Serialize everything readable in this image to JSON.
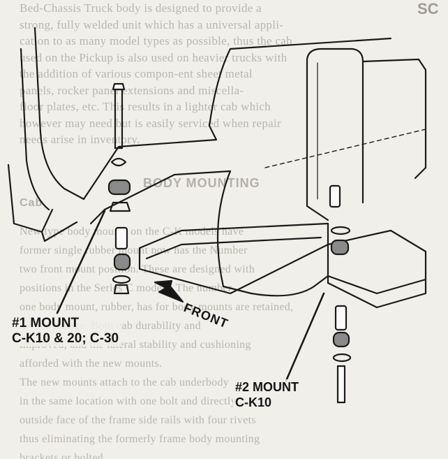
{
  "document": {
    "page_number_fragment": "SC",
    "background_text_top": "Bed-Chassis Truck body is designed to provide a\nstrong, fully welded unit which has a universal appli-\ncation to as many model types as possible, thus the cab\nused on the Pickup is also used on heavier trucks with\nthe addition of various compon-ent sheet metal\npanels, rocker panel extensions and miscella-\nfloor plates, etc. This results in a lighter cab which\nhowever may need but is easily serviced when repair\nneeds arise in inventory.",
    "heading_body_mounting": "BODY MOUNTING",
    "heading_cab": "Cab",
    "background_text_bottom": "New type body mounts on the C-K models have\nformer single rubber mount now has the Number\ntwo front mount position. These are designed with\npositions in the Series C models. The number\none body mount, rubber, has for body mounts are retained,\nmount change. Both cab durability and\nimproved, and the lateral stability and cushioning\nafforded with the new mounts.\nThe new mounts attach to the cab underbody\nin the same location with one bolt and directly to the\noutside face of the frame side rails with four rivets\nthus eliminating the formerly frame body mounting\nbrackets or bolted..."
  },
  "figure": {
    "label_mount1_line1": "#1 MOUNT",
    "label_mount1_line2": "C-K10 & 20; C-30",
    "label_mount2_line1": "#2 MOUNT",
    "label_mount2_line2": "C-K10",
    "direction_label": "FRONT"
  }
}
